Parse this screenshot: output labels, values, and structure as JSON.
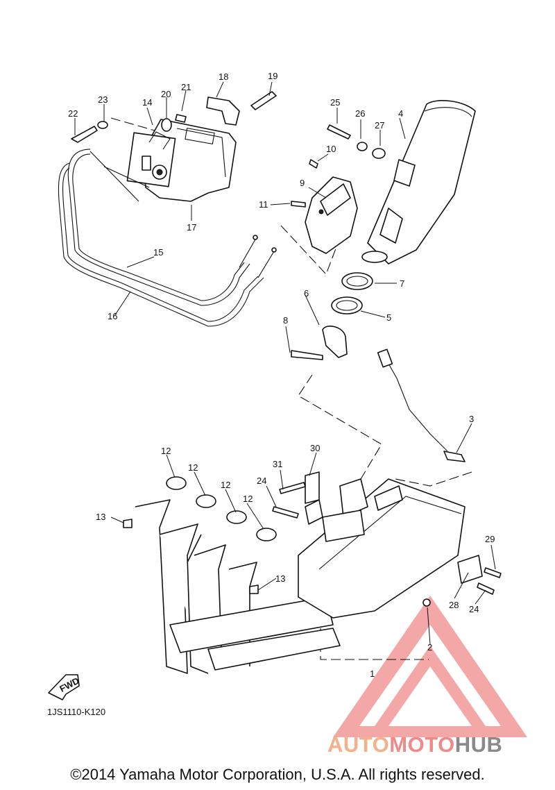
{
  "diagram": {
    "callouts": [
      "1",
      "2",
      "3",
      "4",
      "5",
      "6",
      "7",
      "8",
      "9",
      "10",
      "11",
      "12",
      "12",
      "12",
      "12",
      "13",
      "13",
      "14",
      "15",
      "16",
      "17",
      "18",
      "19",
      "20",
      "21",
      "22",
      "23",
      "24",
      "24",
      "25",
      "26",
      "27",
      "28",
      "29",
      "30",
      "31"
    ],
    "fwd_label": "FWD",
    "drawing_code": "1JS1110-K120"
  },
  "watermark": {
    "part1": "AUTO",
    "part2": "MOTO",
    "part3": "HUB",
    "colors": {
      "auto": "#f5b08a",
      "moto": "#f08a8a",
      "hub": "#8a8a8a",
      "triangle": "#f09090"
    }
  },
  "footer": {
    "copyright": "©2014 Yamaha Motor Corporation, U.S.A. All rights reserved."
  }
}
